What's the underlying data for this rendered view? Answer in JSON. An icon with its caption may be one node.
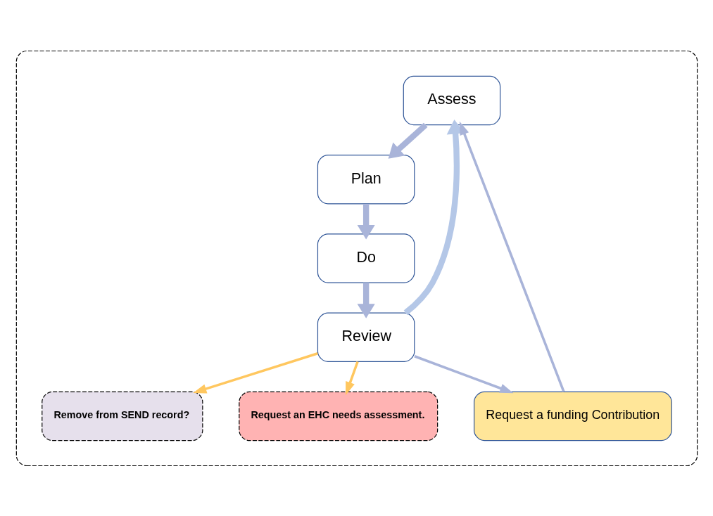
{
  "diagram": {
    "nodes": [
      {
        "text": [],
        "shape": "box"
      },
      {
        "text": [
          "Assess"
        ],
        "in": 0
      },
      {
        "text": [
          "Plan"
        ],
        "in": 0
      },
      {
        "text": [
          "Do"
        ],
        "in": 0
      },
      {
        "text": [
          "Review"
        ],
        "in": 0
      },
      {
        "text": [
          "Request a funding Contribution"
        ],
        "in": 0
      },
      {
        "text": [
          "Remove from SEND record?"
        ],
        "in": 0
      },
      {
        "text": [
          "Request an EHC needs assessment."
        ],
        "in": 0
      }
    ],
    "edges": [
      {
        "from": 1,
        "to": 2,
        "arrow": "to",
        "style": "thick"
      },
      {
        "from": 2,
        "to": 3,
        "arrow": "to",
        "style": "thick"
      },
      {
        "from": 3,
        "to": 4,
        "arrow": "to",
        "style": "thick"
      },
      {
        "from": 4,
        "to": 1,
        "arrow": "to",
        "style": "thick",
        "color": "#b4c7e7"
      },
      {
        "from": 4,
        "to": 5,
        "arrow": "to"
      },
      {
        "from": 5,
        "to": 1,
        "arrow": "to"
      },
      {
        "from": 4,
        "to": 6,
        "arrow": "to",
        "color": "#ffc75f"
      },
      {
        "from": 4,
        "to": 7,
        "arrow": "to",
        "color": "#ffc75f"
      }
    ]
  }
}
